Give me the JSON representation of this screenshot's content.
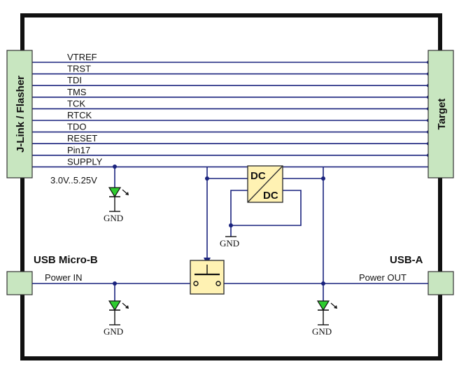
{
  "connectors": {
    "left": "J-Link / Flasher",
    "right": "Target"
  },
  "signals": [
    "VTREF",
    "TRST",
    "TDI",
    "TMS",
    "TCK",
    "RTCK",
    "TDO",
    "RESET",
    "Pin17",
    "SUPPLY"
  ],
  "voltage_range": "3.0V..5.25V",
  "ports": {
    "left_title": "USB Micro-B",
    "left_signal": "Power IN",
    "right_title": "USB-A",
    "right_signal": "Power OUT"
  },
  "converter": {
    "top": "DC",
    "bottom": "DC"
  },
  "ground_label": "GND",
  "colors": {
    "wire": "#1a237e",
    "frame": "#111111",
    "connector": "#c8e6c0",
    "component": "#fff2b3",
    "led": "#2ecc2e"
  }
}
